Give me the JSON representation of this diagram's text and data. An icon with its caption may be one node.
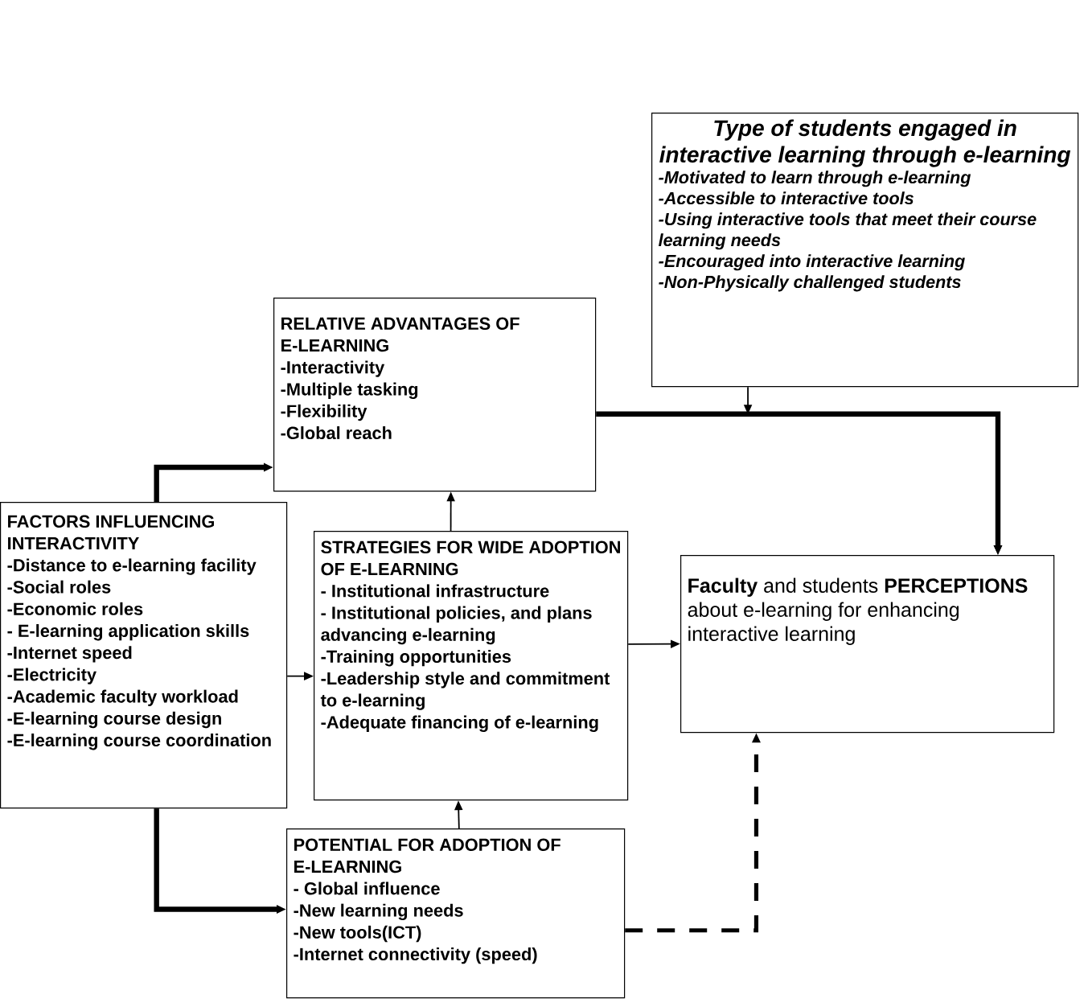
{
  "diagram": {
    "nodes": [
      {
        "text": [
          "Type of students engaged in interactive learning through e-learning",
          "-Motivated to learn through e-learning",
          "-Accessible to  interactive  tools",
          "-Using interactive tools that meet their course learning needs",
          "-Encouraged into interactive learning",
          "-Non-Physically challenged students"
        ]
      },
      {
        "text": [
          "RELATIVE ADVANTAGES OF E-LEARNING",
          "-Interactivity",
          "-Multiple tasking",
          "-Flexibility",
          "-Global reach"
        ]
      },
      {
        "text": [
          "FACTORS INFLUENCING INTERACTIVITY",
          "-Distance to e-learning facility",
          "-Social roles",
          "-Economic roles",
          "- E-learning application skills",
          "-Internet speed",
          "-Electricity",
          "-Academic faculty workload",
          "-E-learning course design",
          "-E-learning course coordination"
        ]
      },
      {
        "text": [
          "STRATEGIES FOR WIDE ADOPTION OF E-LEARNING",
          "- Institutional infrastructure",
          "- Institutional policies, and plans advancing e-learning",
          "-Training  opportunities",
          "-Leadership style and commitment  to e-learning",
          "-Adequate financing of e-learning"
        ]
      },
      {
        "text": [
          "POTENTIAL FOR ADOPTION OF E-LEARNING",
          "- Global influence",
          "-New learning needs",
          "-New tools(ICT)",
          "-Internet connectivity (speed)"
        ]
      },
      {
        "text": [
          "**Faculty** and students **PERCEPTIONS** about e-learning for enhancing interactive learning"
        ]
      }
    ],
    "edges": [
      {
        "from": 0,
        "to": 5,
        "arrow": "to"
      },
      {
        "from": 1,
        "to": 5,
        "arrow": "to",
        "style": "thick"
      },
      {
        "from": 2,
        "to": 1,
        "arrow": "to",
        "style": "thick"
      },
      {
        "from": 2,
        "to": 3,
        "arrow": "to"
      },
      {
        "from": 2,
        "to": 4,
        "arrow": "to",
        "style": "thick"
      },
      {
        "from": 3,
        "to": 1,
        "arrow": "to"
      },
      {
        "from": 4,
        "to": 3,
        "arrow": "to"
      },
      {
        "from": 3,
        "to": 5,
        "arrow": "to"
      },
      {
        "from": 4,
        "to": 5,
        "arrow": "to",
        "style": "dashed"
      }
    ]
  }
}
